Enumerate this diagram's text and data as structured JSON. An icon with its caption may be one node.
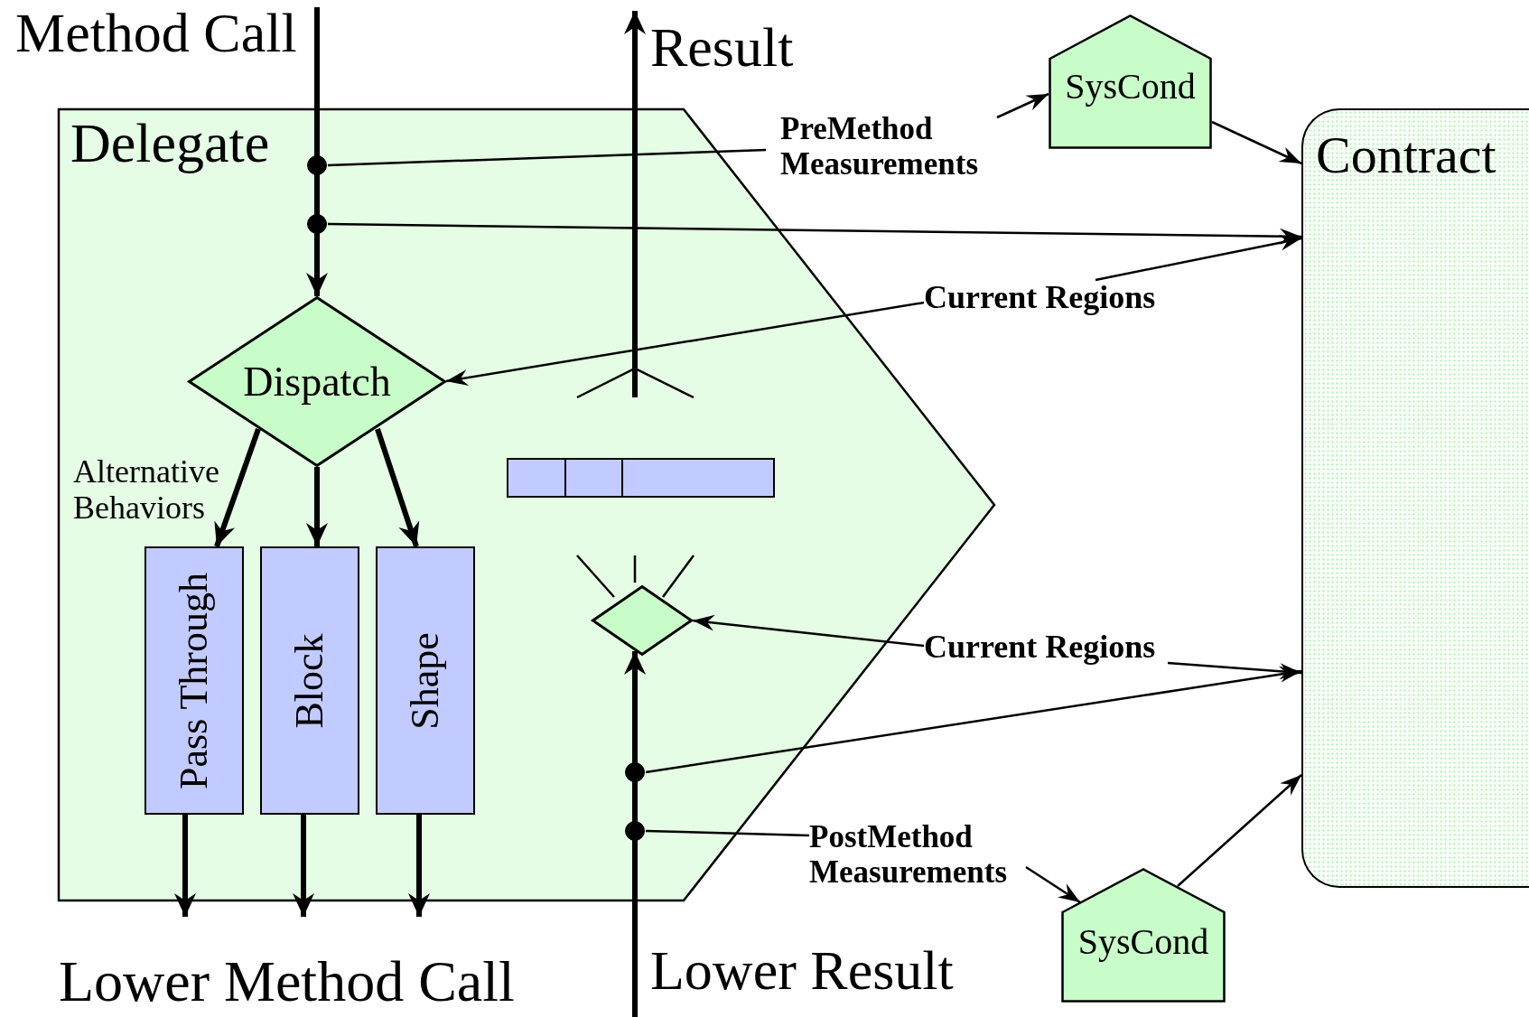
{
  "diagram": {
    "nodes": [
      {
        "text": [
          "Delegate"
        ]
      },
      {
        "text": [
          "Dispatch"
        ],
        "in": 0
      },
      {
        "text": [
          "Pass Through"
        ],
        "in": 0
      },
      {
        "text": [
          "Block"
        ],
        "in": 0
      },
      {
        "text": [
          "Shape"
        ],
        "in": 0
      },
      {
        "text": [],
        "shape": "circle",
        "in": 0
      },
      {
        "text": [],
        "shape": "circle",
        "in": 0
      },
      {
        "text": [],
        "shape": "bar",
        "in": 0
      },
      {
        "text": [],
        "shape": "diamond",
        "in": 0
      },
      {
        "text": [],
        "shape": "circle",
        "in": 0
      },
      {
        "text": [],
        "shape": "circle",
        "in": 0
      },
      {
        "text": [
          "PreMethod Measurements"
        ]
      },
      {
        "text": [
          "SysCond"
        ]
      },
      {
        "text": [
          "Contract"
        ]
      },
      {
        "text": [
          "Current Regions"
        ]
      },
      {
        "text": [
          "Current Regions"
        ]
      },
      {
        "text": [
          "PostMethod Measurements"
        ]
      },
      {
        "text": [
          "SysCond"
        ]
      }
    ],
    "edges": [
      {
        "from": null,
        "to": 1,
        "arrow": "to",
        "style": "thick"
      },
      {
        "from": 1,
        "to": 2,
        "arrow": "to",
        "style": "thick"
      },
      {
        "from": 1,
        "to": 3,
        "arrow": "to",
        "style": "thick"
      },
      {
        "from": 1,
        "to": 4,
        "arrow": "to",
        "style": "thick"
      },
      {
        "from": 2,
        "to": null,
        "arrow": "to",
        "style": "thick"
      },
      {
        "from": 3,
        "to": null,
        "arrow": "to",
        "style": "thick"
      },
      {
        "from": 4,
        "to": null,
        "arrow": "to",
        "style": "thick"
      },
      {
        "from": null,
        "to": 8,
        "arrow": "to",
        "style": "thick"
      },
      {
        "from": 5,
        "to": 11,
        "arrow": "none"
      },
      {
        "from": 11,
        "to": 12,
        "arrow": "to"
      },
      {
        "from": 12,
        "to": 13,
        "arrow": "to"
      },
      {
        "from": 6,
        "to": 13,
        "arrow": "to"
      },
      {
        "from": 14,
        "to": 13,
        "arrow": "to"
      },
      {
        "from": 14,
        "to": 1,
        "arrow": "to"
      },
      {
        "from": 15,
        "to": 8,
        "arrow": "to"
      },
      {
        "from": 15,
        "to": 13,
        "arrow": "to"
      },
      {
        "from": 9,
        "to": 13,
        "arrow": "to"
      },
      {
        "from": 10,
        "to": 16,
        "arrow": "none"
      },
      {
        "from": 16,
        "to": 17,
        "arrow": "to"
      },
      {
        "from": 17,
        "to": 13,
        "arrow": "to"
      }
    ],
    "labels": [
      "Method Call",
      "Result",
      "Alternative Behaviors",
      "Lower Method Call",
      "Lower Result"
    ]
  }
}
